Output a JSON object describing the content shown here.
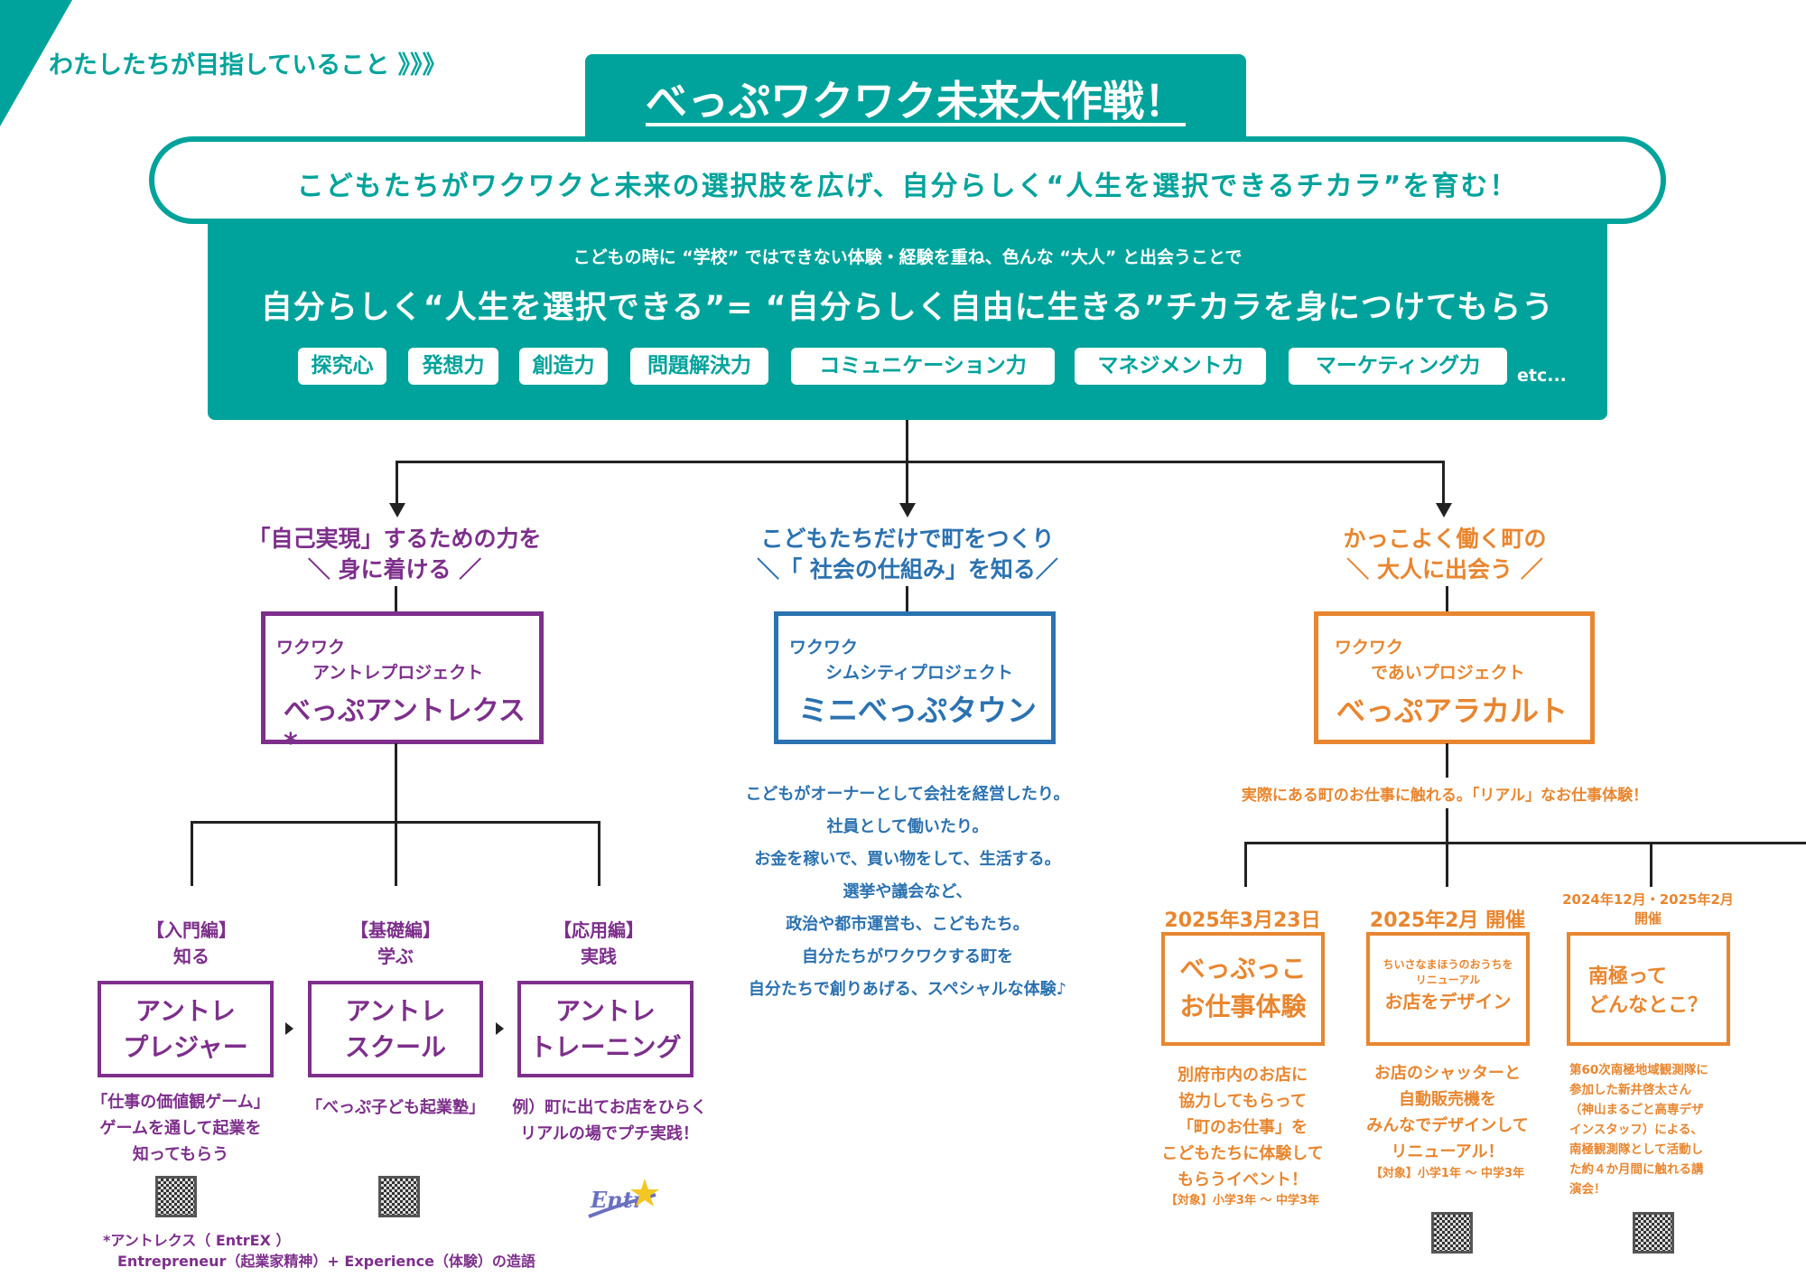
{
  "tagline": "わたしたちが目指していること 》》》",
  "title": "べっぷワクワク未来大作戦！",
  "mission": "こどもたちがワクワクと未来の選択肢を広げ、自分らしく“人生を選択できるチカラ”を育む！",
  "subline": "こどもの時に “学校” ではできない体験・経験を重ね、色んな “大人” と出会うことで",
  "mainline": "自分らしく“人生を選択できる”= “自分らしく自由に生きる”チカラを身につけてもらう",
  "skills": [
    "探究心",
    "発想力",
    "創造力",
    "問題解決力",
    "コミュニケーション力",
    "マネジメント力",
    "マーケティング力"
  ],
  "etc": "etc...",
  "colors": {
    "teal": "#00a39b",
    "purple": "#7d2f8b",
    "blue": "#2b72b0",
    "orange": "#e8862f"
  },
  "left": {
    "heading": [
      "「自己実現」するための力を",
      "＼ 身に着ける ／"
    ],
    "box": {
      "line1": "ワクワク",
      "line2": "アントレプロジェクト",
      "name": "べっぷアントレクス*"
    },
    "steps": [
      {
        "level": "【入門編】",
        "verb": "知る",
        "name": [
          "アントレ",
          "プレジャー"
        ],
        "desc": [
          "「仕事の価値観ゲーム」",
          "ゲームを通して起業を",
          "知ってもらう"
        ]
      },
      {
        "level": "【基礎編】",
        "verb": "学ぶ",
        "name": [
          "アントレ",
          "スクール"
        ],
        "desc": [
          "「べっぷ子ども起業塾」"
        ]
      },
      {
        "level": "【応用編】",
        "verb": "実践",
        "name": [
          "アントレ",
          "トレーニング"
        ],
        "desc": [
          "例）町に出てお店をひらく",
          "リアルの場でプチ実践！"
        ]
      }
    ],
    "logo": "EntrEX",
    "footnote": [
      "*アントレクス（ EntrEX ）",
      "Entrepreneur（起業家精神）+ Experience（体験）の造語"
    ]
  },
  "center": {
    "heading": [
      "こどもたちだけで町をつくり",
      "＼「 社会の仕組み」を知る／"
    ],
    "box": {
      "line1": "ワクワク",
      "line2": "シムシティプロジェクト",
      "name": "ミニべっぷタウン"
    },
    "desc": [
      "こどもがオーナーとして会社を経営したり。",
      "社員として働いたり。",
      "お金を稼いで、買い物をして、生活する。",
      "選挙や議会など、",
      "政治や都市運営も、こどもたち。",
      "自分たちがワクワクする町を",
      "自分たちで創りあげる、スペシャルな体験♪"
    ]
  },
  "right": {
    "heading": [
      "かっこよく働く町の",
      "＼ 大人に出会う ／"
    ],
    "box": {
      "line1": "ワクワク",
      "line2": "であいプロジェクト",
      "name": "べっぷアラカルト"
    },
    "label": "実際にある町のお仕事に触れる。「リアル」なお仕事体験！",
    "events": [
      {
        "date": [
          "2025年3月23日"
        ],
        "small": [],
        "name": [
          "べっぷっこ",
          "お仕事体験"
        ],
        "desc": [
          "別府市内のお店に",
          "協力してもらって",
          "「町のお仕事」を",
          "こどもたちに体験して",
          "もらうイベント！"
        ],
        "target": "【対象】小学3年 ～ 中学3年"
      },
      {
        "date": [
          "2025年2月 開催"
        ],
        "small": [
          "ちいさなまほうのおうちを",
          "リニューアル"
        ],
        "name": [
          "お店をデザイン"
        ],
        "desc": [
          "お店のシャッターと",
          "自動販売機を",
          "みんなでデザインして",
          "リニューアル！"
        ],
        "target": "【対象】小学1年 ～ 中学3年"
      },
      {
        "date": [
          "2024年12月・2025年2月",
          "開催"
        ],
        "small": [],
        "name": [
          "南極って",
          "どんなとこ？"
        ],
        "desc": [
          "第60次南極地域観測隊に",
          "参加した新井啓太さん",
          "（神山まるごと高専デザ",
          "インスタッフ）による、",
          "南極観測隊として活動し",
          "た約４か月間に触れる講",
          "演会！"
        ],
        "target": ""
      }
    ]
  }
}
